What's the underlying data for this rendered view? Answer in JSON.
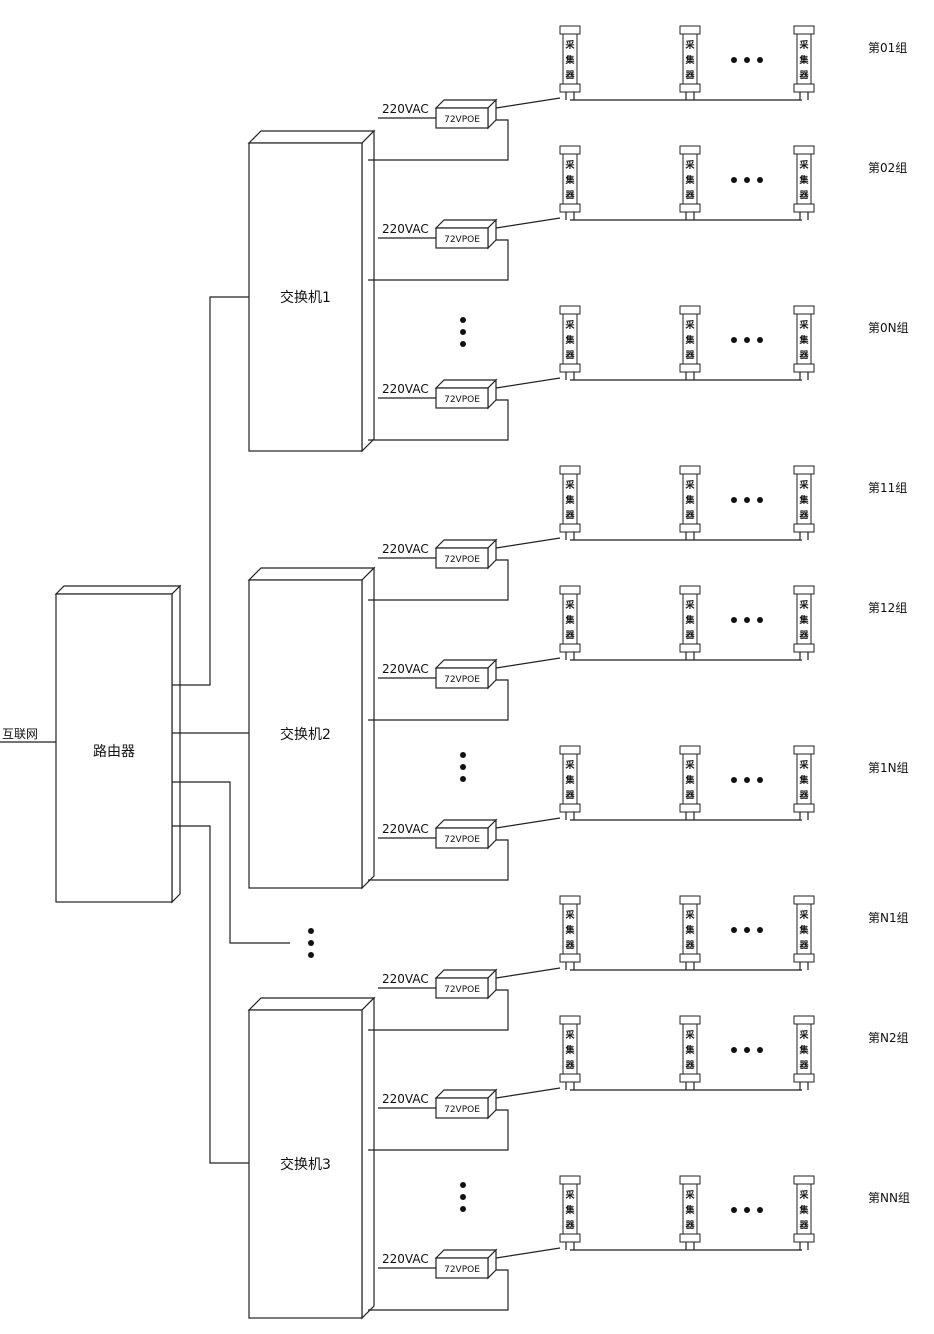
{
  "internet_label": "互联网",
  "router_label": "路由器",
  "switches": [
    {
      "label": "交换机1",
      "groups": [
        {
          "label": "第01组",
          "power": "220VAC",
          "poe": "72VPOE"
        },
        {
          "label": "第02组",
          "power": "220VAC",
          "poe": "72VPOE"
        },
        {
          "label": "第0N组",
          "power": "220VAC",
          "poe": "72VPOE"
        }
      ]
    },
    {
      "label": "交换机2",
      "groups": [
        {
          "label": "第11组",
          "power": "220VAC",
          "poe": "72VPOE"
        },
        {
          "label": "第12组",
          "power": "220VAC",
          "poe": "72VPOE"
        },
        {
          "label": "第1N组",
          "power": "220VAC",
          "poe": "72VPOE"
        }
      ]
    },
    {
      "label": "交换机3",
      "groups": [
        {
          "label": "第N1组",
          "power": "220VAC",
          "poe": "72VPOE"
        },
        {
          "label": "第N2组",
          "power": "220VAC",
          "poe": "72VPOE"
        },
        {
          "label": "第NN组",
          "power": "220VAC",
          "poe": "72VPOE"
        }
      ]
    }
  ],
  "collector_chars": [
    "采",
    "集",
    "器"
  ],
  "ellipsis": "•••"
}
